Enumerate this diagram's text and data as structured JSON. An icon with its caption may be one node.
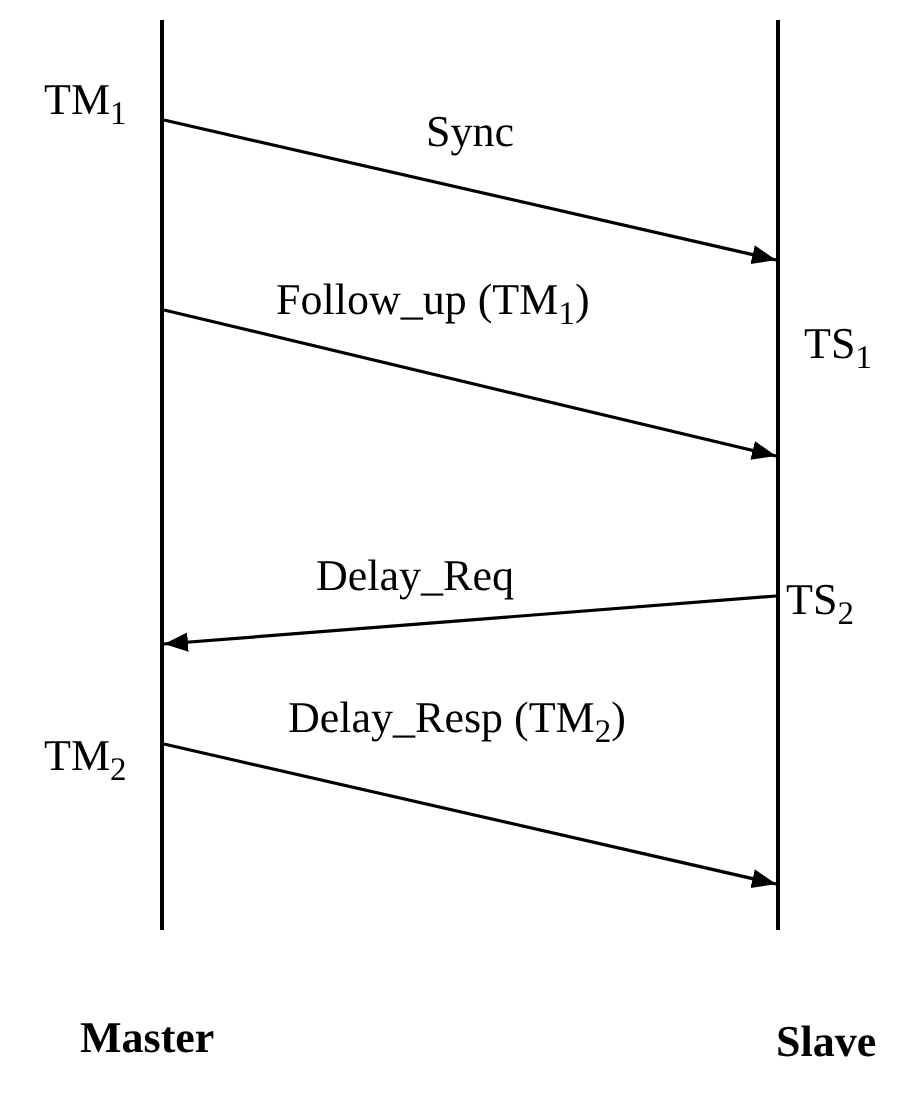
{
  "diagram": {
    "nodes": [
      {
        "text": [],
        "shape": "line",
        "beside": [
          "Master"
        ]
      },
      {
        "text": [],
        "shape": "line",
        "beside": [
          "Slave"
        ]
      }
    ],
    "edges": [
      {
        "from": 0,
        "to": 1,
        "arrow": "to",
        "label": "Sync"
      },
      {
        "from": 0,
        "to": 1,
        "arrow": "to",
        "label": "Follow_up (TM$_{1}$)"
      },
      {
        "from": 1,
        "to": 0,
        "arrow": "to",
        "label": "Delay_Req"
      },
      {
        "from": 0,
        "to": 1,
        "arrow": "to",
        "label": "Delay_Resp (TM$_{2}$)"
      }
    ],
    "labels": [
      "TM$_{1}$",
      "TS$_{1}$",
      "TS$_{2}$",
      "TM$_{2}$"
    ]
  }
}
